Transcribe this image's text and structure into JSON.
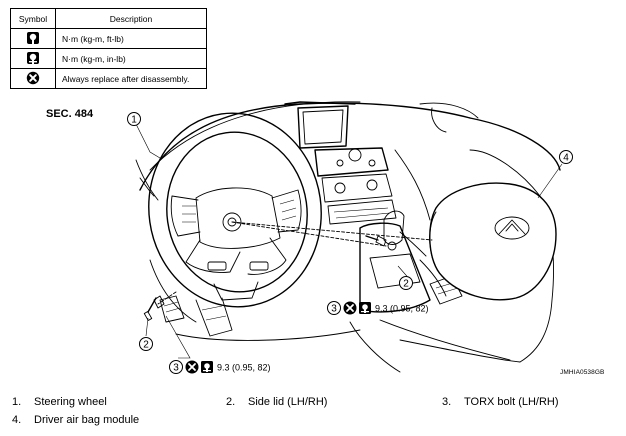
{
  "legend": {
    "header_symbol": "Symbol",
    "header_description": "Description",
    "rows": [
      {
        "icon": "torque-wrench-icon",
        "description": "N·m (kg-m, ft-lb)"
      },
      {
        "icon": "torque-wrench-inlb-icon",
        "description": "N·m (kg-m, in-lb)"
      },
      {
        "icon": "always-replace-icon",
        "description": "Always replace after disassembly."
      }
    ]
  },
  "section": "SEC. 484",
  "figure_code": "JMHIA0538GB",
  "callouts": {
    "c1": "1",
    "c2": "2",
    "c3a": "3",
    "c3b": "3",
    "c4": "4",
    "c2b": "2"
  },
  "torques": {
    "upper": "9.3 (0.95, 82)",
    "lower": "9.3 (0.95, 82)"
  },
  "parts": [
    {
      "num": "1.",
      "name": "Steering wheel"
    },
    {
      "num": "2.",
      "name": "Side lid (LH/RH)"
    },
    {
      "num": "3.",
      "name": "TORX bolt (LH/RH)"
    },
    {
      "num": "4.",
      "name": "Driver air bag module"
    }
  ]
}
